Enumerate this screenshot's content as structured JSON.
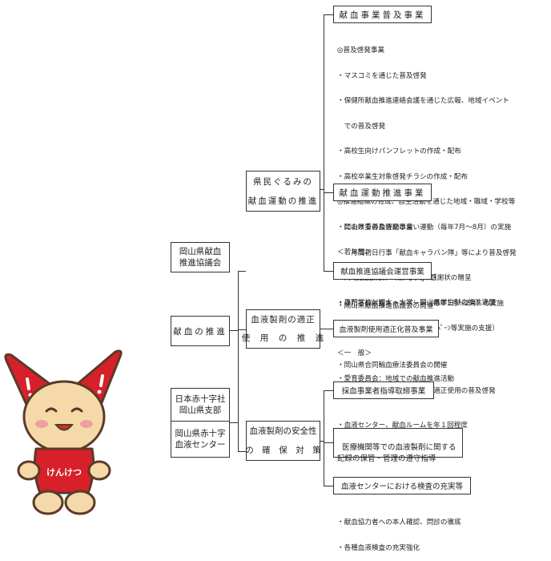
{
  "left": {
    "council": "岡山県献血\n推進協議会",
    "promotion": "献血の推進",
    "redcross_branch": "日本赤十字社\n岡山県支部",
    "blood_center": "岡山県赤十字\n血液センター"
  },
  "middle": {
    "movement": "県民ぐるみの\n献血運動の推進",
    "proper_use": "血液製剤の適正\n使　用　の　推　進",
    "safety": "血液製剤の安全性\nの　確　保　対　策"
  },
  "right": {
    "b1": {
      "title": "献血事業普及事業",
      "lines": [
        "◎普及啓発事業",
        "・マスコミを通じた普及啓発",
        "・保健所献血推進連絡会議を通じた広報、地域イベント",
        "　での普及啓発",
        "・高校生向けパンフレットの作成・配布",
        "・高校卒業生対象啓発チラシの作成・配布",
        "◎推進組織の育成、自主活動を通じた地域・職域・学校等",
        "　における普及啓発事業",
        "＜若年層＞",
        "・高等学校：青少年赤十字(JRC)",
        "・専門学校・短大・大学：岡山県学生献血推進連盟",
        "　（晴れの国献血、ｸﾘｽﾏｽ献血ｷｬﾝﾍﾟｰﾝ等実施の支援）",
        "＜一　般＞",
        "・愛育委員会：地域での献血推進活動"
      ]
    },
    "b2": {
      "title": "献血運動推進事業",
      "lines": [
        "・岡山県愛の血液助け合い運動（毎年7月～8月）の実施",
        "　　月間初日行事「献血キャラバン隊」等により普及啓発",
        "　　「献血感謝のつどい」での感謝状の贈呈",
        "・はたちの献血キャンペーン（毎年1月～2月）の実施"
      ]
    },
    "b3": {
      "title": "献血推進協議会運営事業",
      "lines": [
        "・岡山県献血推進協議会の開催"
      ]
    },
    "b4": {
      "title": "血液製剤使用適正化普及事業",
      "lines": [
        "・岡山県合同輸血療法委員会の開催",
        "・医療機関における血液製剤の適正使用の普及啓発"
      ]
    },
    "b5": {
      "title": "採血事業者指導取締事業",
      "lines": [
        "・血液センター、献血ルームを年１回程度"
      ]
    },
    "b6": {
      "title": "医療機関等での血液製剤に関する\n記録の保管・管理の遵守指導",
      "lines": []
    },
    "b7": {
      "title": "血液センターにおける検査の充実等",
      "lines": [
        "・献血協力者への本人確認、問診の徹底",
        "・各種血液検査の充実強化"
      ]
    }
  },
  "mascot": {
    "shirt_text": "けんけつ",
    "colors": {
      "red": "#d7202a",
      "skin": "#f6d9a8",
      "outline": "#5a3a2a"
    }
  }
}
